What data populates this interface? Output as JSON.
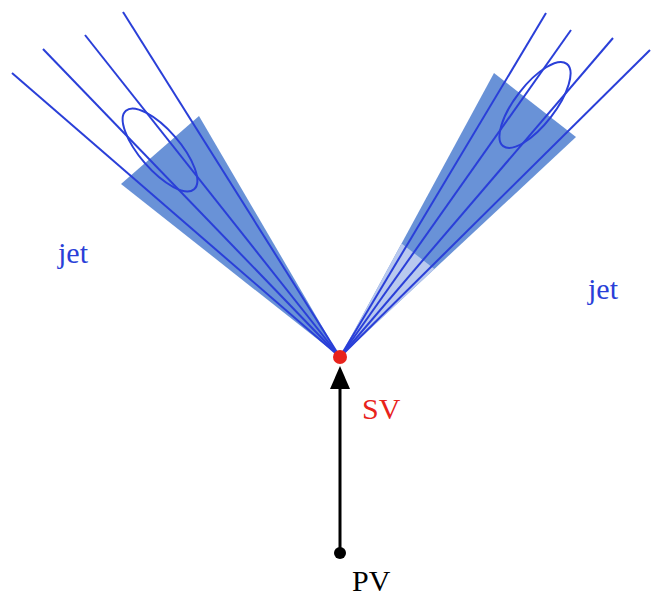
{
  "diagram": {
    "labels": [
      "jet",
      "jet",
      "SV",
      "PV"
    ]
  }
}
